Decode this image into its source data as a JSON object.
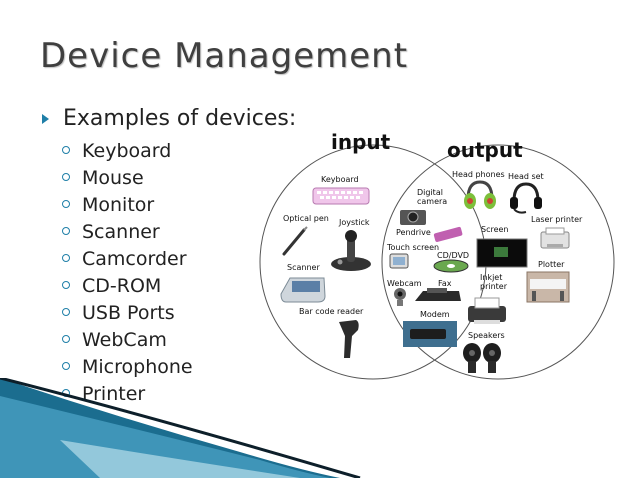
{
  "slide": {
    "title": "Device Management",
    "intro": "Examples of devices:",
    "items": [
      "Keyboard",
      "Mouse",
      "Monitor",
      "Scanner",
      "Camcorder",
      "CD-ROM",
      "USB Ports",
      "WebCam",
      "Microphone",
      "Printer"
    ]
  },
  "diagram": {
    "input_label": "input",
    "output_label": "output",
    "input_devices": {
      "keyboard": "Keyboard",
      "optical_pen": "Optical pen",
      "joystick": "Joystick",
      "scanner": "Scanner",
      "bar_code": "Bar code reader"
    },
    "shared_devices": {
      "digital_camera_1": "Digital",
      "digital_camera_2": "camera",
      "pendrive": "Pendrive",
      "touch_screen": "Touch screen",
      "cd_dvd": "CD/DVD",
      "webcam": "Webcam",
      "fax": "Fax",
      "modem": "Modem"
    },
    "output_devices": {
      "head_phones": "Head phones",
      "head_set": "Head set",
      "laser_printer": "Laser printer",
      "screen": "Screen",
      "plotter": "Plotter",
      "inkjet_1": "Inkjet",
      "inkjet_2": "printer",
      "speakers": "Speakers"
    }
  },
  "colors": {
    "accent": "#1f7fa8",
    "title": "#3f3f3f",
    "wave_dark": "#1b6d8f",
    "wave_light": "#a9d4e4"
  }
}
